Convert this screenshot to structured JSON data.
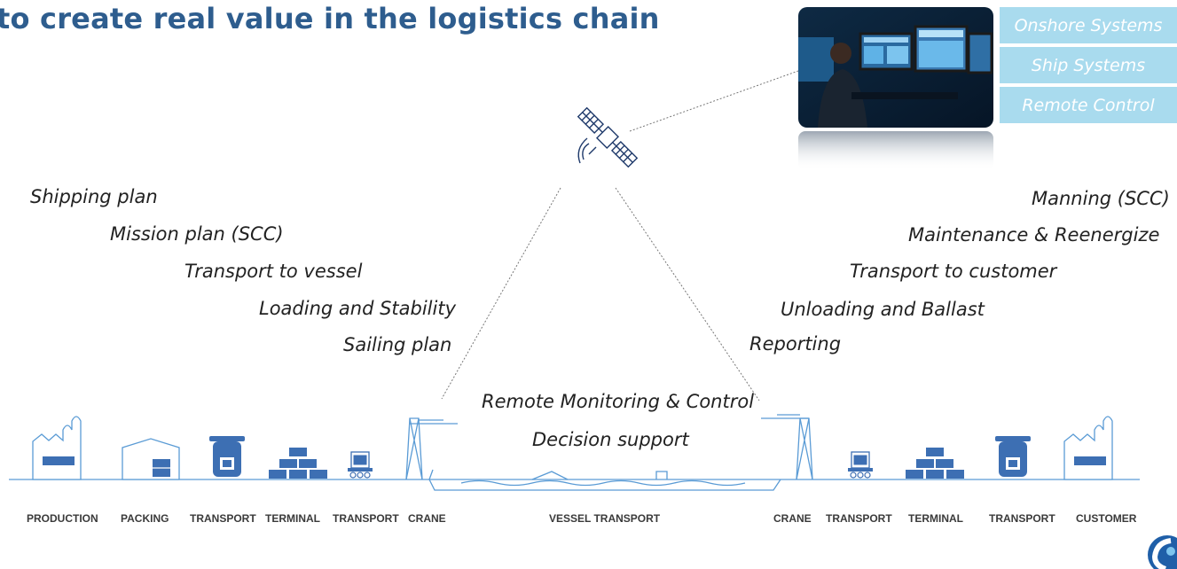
{
  "title": "to create real value in the logistics chain",
  "systems": [
    "Onshore Systems",
    "Ship Systems",
    "Remote Control"
  ],
  "left_steps": [
    "Shipping plan",
    "Mission plan (SCC)",
    "Transport to vessel",
    "Loading and Stability",
    "Sailing plan"
  ],
  "right_steps": [
    "Manning (SCC)",
    "Maintenance & Reenergize",
    "Transport to customer",
    "Unloading and Ballast",
    "Reporting"
  ],
  "center_steps": [
    "Remote Monitoring & Control",
    "Decision support"
  ],
  "stages": [
    "PRODUCTION",
    "PACKING",
    "TRANSPORT",
    "TERMINAL",
    "TRANSPORT",
    "CRANE",
    "VESSEL TRANSPORT",
    "CRANE",
    "TRANSPORT",
    "TERMINAL",
    "TRANSPORT",
    "CUSTOMER"
  ],
  "colors": {
    "title": "#2e5d8e",
    "system_button": "#a9dbee",
    "icon_blue": "#3d6fb3",
    "line": "#5a9bd5"
  }
}
